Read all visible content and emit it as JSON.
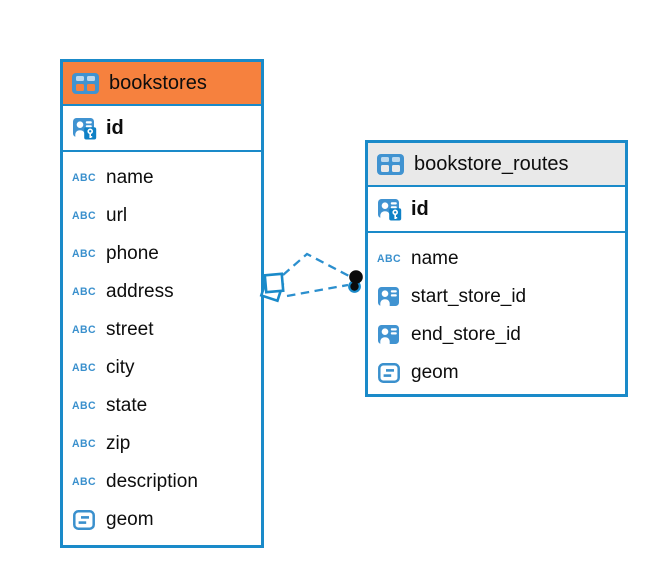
{
  "canvas": {
    "background": "#ffffff"
  },
  "palette": {
    "table_border": "#1a8ac9",
    "icon_blue": "#4093d1",
    "icon_blue_light": "#bdd9ee",
    "key_badge_blue": "#0f81c6",
    "connector_blue": "#2b8fce",
    "bookstores_header": "#f6813e",
    "routes_header": "#e9e9e9",
    "text": "#0d0d0d"
  },
  "varchar_icon_label": "ABC",
  "tables": [
    {
      "name": "bookstores",
      "header_style": "orange",
      "header_icon": "table-icon",
      "primary_key": {
        "name": "id",
        "icon": "pk-key-icon"
      },
      "columns": [
        {
          "name": "name",
          "icon": "varchar-icon"
        },
        {
          "name": "url",
          "icon": "varchar-icon"
        },
        {
          "name": "phone",
          "icon": "varchar-icon"
        },
        {
          "name": "address",
          "icon": "varchar-icon"
        },
        {
          "name": "street",
          "icon": "varchar-icon"
        },
        {
          "name": "city",
          "icon": "varchar-icon"
        },
        {
          "name": "state",
          "icon": "varchar-icon"
        },
        {
          "name": "zip",
          "icon": "varchar-icon"
        },
        {
          "name": "description",
          "icon": "varchar-icon"
        },
        {
          "name": "geom",
          "icon": "geometry-icon"
        }
      ]
    },
    {
      "name": "bookstore_routes",
      "header_style": "gray",
      "header_icon": "table-icon",
      "primary_key": {
        "name": "id",
        "icon": "pk-key-icon"
      },
      "columns": [
        {
          "name": "name",
          "icon": "varchar-icon"
        },
        {
          "name": "start_store_id",
          "icon": "ref-id-icon"
        },
        {
          "name": "end_store_id",
          "icon": "ref-id-icon"
        },
        {
          "name": "geom",
          "icon": "geometry-icon"
        }
      ]
    }
  ],
  "connector": {
    "style": "dashed",
    "line_count": 2,
    "left_marker": "overlapping-diamonds",
    "right_marker": "overlapping-dots"
  }
}
